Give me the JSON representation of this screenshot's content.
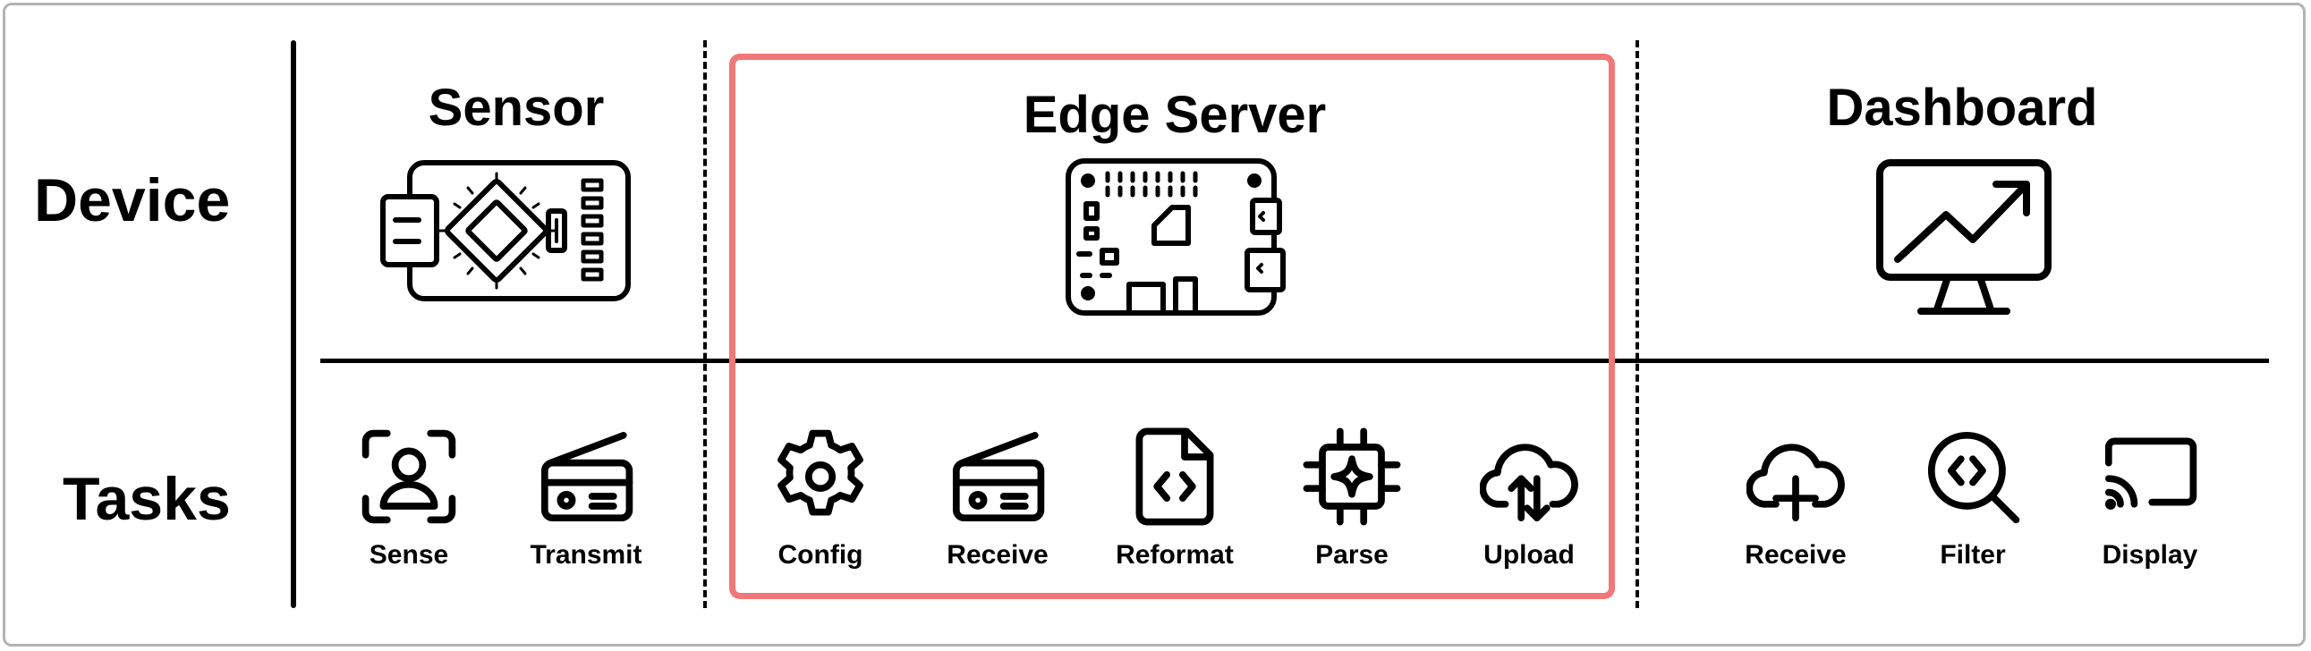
{
  "rows": {
    "device": "Device",
    "tasks": "Tasks"
  },
  "columns": {
    "sensor": {
      "title": "Sensor",
      "icon": "microcontroller-board-icon"
    },
    "edge": {
      "title": "Edge Server",
      "icon": "single-board-computer-icon"
    },
    "dashboard": {
      "title": "Dashboard",
      "icon": "monitor-trend-chart-icon"
    }
  },
  "tasks": {
    "sensor": [
      {
        "label": "Sense",
        "icon": "person-scan-icon"
      },
      {
        "label": "Transmit",
        "icon": "radio-icon"
      }
    ],
    "edge": [
      {
        "label": "Config",
        "icon": "gear-icon"
      },
      {
        "label": "Receive",
        "icon": "radio-icon"
      },
      {
        "label": "Reformat",
        "icon": "code-file-icon"
      },
      {
        "label": "Parse",
        "icon": "cpu-chip-icon"
      },
      {
        "label": "Upload",
        "icon": "cloud-sync-icon"
      }
    ],
    "dashboard": [
      {
        "label": "Receive",
        "icon": "cloud-plus-icon"
      },
      {
        "label": "Filter",
        "icon": "search-code-icon"
      },
      {
        "label": "Display",
        "icon": "cast-icon"
      }
    ]
  },
  "colors": {
    "highlight": "#f07878",
    "ink": "#000000",
    "frame": "#b3b3b3"
  }
}
